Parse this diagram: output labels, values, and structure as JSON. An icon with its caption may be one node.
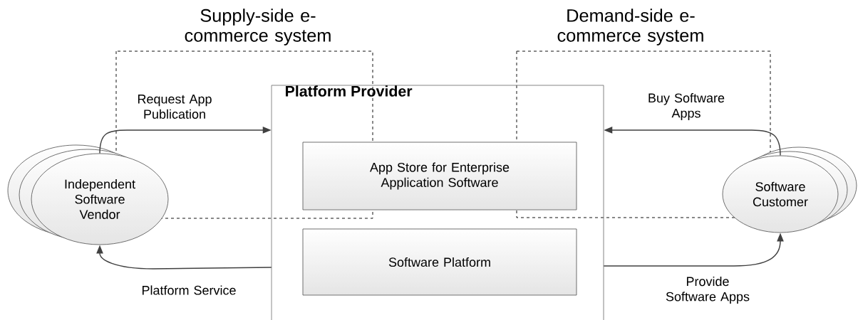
{
  "diagram": {
    "nodes": [
      {
        "text": [
          "Platform Provider"
        ]
      },
      {
        "text": [
          "App Store for Enterprise Application Software"
        ],
        "in": 0
      },
      {
        "text": [
          "Software Platform"
        ],
        "in": 0
      },
      {
        "text": [
          "Independent Software Vendor"
        ]
      },
      {
        "text": [
          "Software Customer"
        ]
      }
    ],
    "edges": [
      {
        "from": 3,
        "to": 0,
        "arrow": "to",
        "label": "Request App Publication"
      },
      {
        "from": 4,
        "to": 0,
        "arrow": "to",
        "label": "Buy Software Apps"
      },
      {
        "from": 0,
        "to": 3,
        "arrow": "to",
        "label": "Platform Service"
      },
      {
        "from": 0,
        "to": 4,
        "arrow": "to",
        "label": "Provide Software Apps"
      }
    ],
    "labels": [
      "Supply-side e-commerce system",
      "Demand-side e-commerce system"
    ]
  }
}
